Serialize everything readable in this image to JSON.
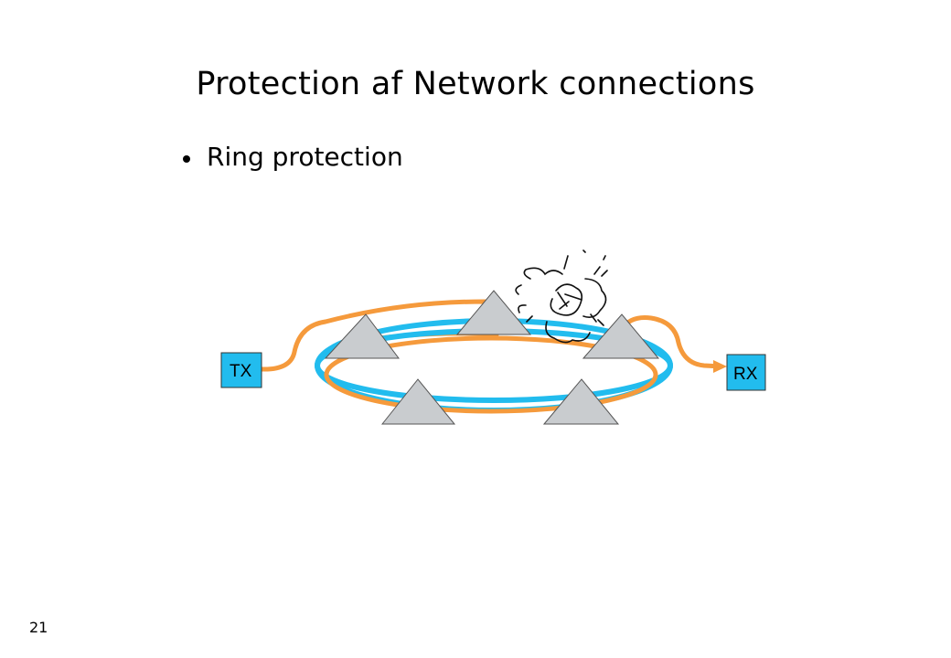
{
  "slide": {
    "title": "Protection af Network connections",
    "bullet": "Ring protection",
    "page_number": "21"
  },
  "diagram": {
    "tx_label": "TX",
    "rx_label": "RX",
    "colors": {
      "ring": "#22bcee",
      "path": "#f59a3c",
      "node_fill": "#c9cccf",
      "box_fill": "#22bcee"
    }
  }
}
